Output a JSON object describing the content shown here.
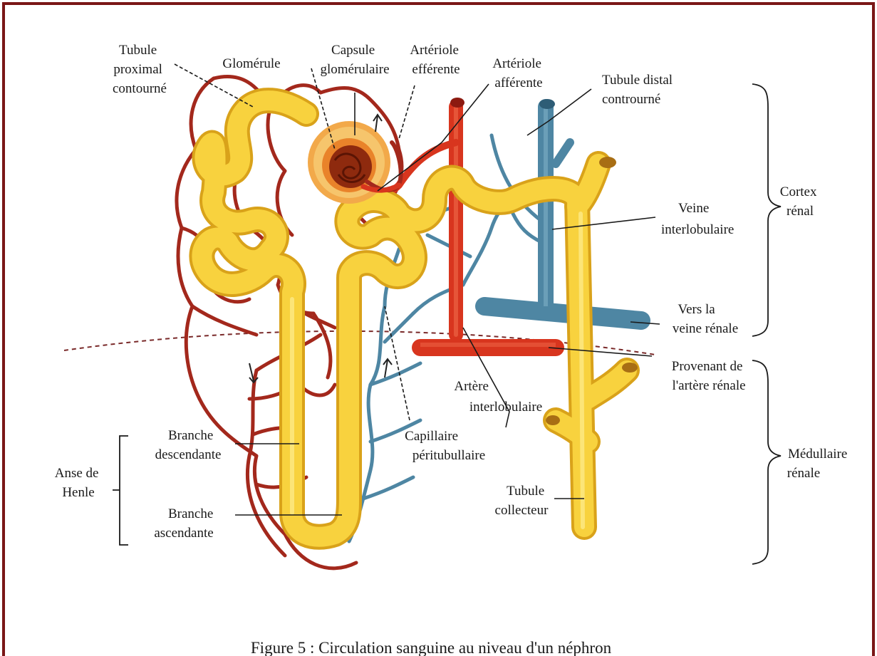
{
  "labels": {
    "tubule_proximal": [
      "Tubule",
      "proximal",
      "contourné"
    ],
    "glomerule": [
      "Glomérule"
    ],
    "capsule": [
      "Capsule",
      "glomérulaire"
    ],
    "arteriole_efferente": [
      "Artériole",
      "efférente"
    ],
    "arteriole_afferente": [
      "Artériole",
      "afférente"
    ],
    "tubule_distal": [
      "Tubule distal",
      "controurné"
    ],
    "cortex": [
      "Cortex",
      "rénal"
    ],
    "veine_interlobulaire": [
      "Veine",
      "interlobulaire"
    ],
    "vers_veine": [
      "Vers la",
      "veine rénale"
    ],
    "provenant": [
      "Provenant de",
      "l'artère rénale"
    ],
    "artere_interlobulaire": [
      "Artère",
      "interlobulaire"
    ],
    "medullaire": [
      "Médullaire",
      "rénale"
    ],
    "capillaire": [
      "Capillaire",
      "péritubullaire"
    ],
    "branche_desc": [
      "Branche",
      "descendante"
    ],
    "anse": [
      "Anse de",
      "Henle"
    ],
    "branche_asc": [
      "Branche",
      "ascendante"
    ],
    "tubule_collecteur": [
      "Tubule",
      "collecteur"
    ]
  },
  "caption": "Figure 5 : Circulation sanguine au niveau d'un néphron",
  "colors": {
    "frame": "#7a1616",
    "artery": "#d8351e",
    "capillary_red": "#a3281c",
    "vein": "#4e86a3",
    "tubule": "#f8d23e",
    "tubule_edge": "#d9a21a",
    "glomerule": "#8e2a0e",
    "capsule": "#f2a94a"
  }
}
